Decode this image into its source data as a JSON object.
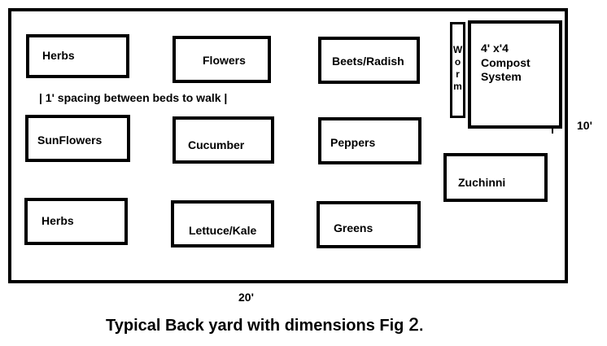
{
  "beds": [
    {
      "label": "Herbs"
    },
    {
      "label": "Flowers"
    },
    {
      "label": "Beets/Radish"
    },
    {
      "label": "SunFlowers"
    },
    {
      "label": "Cucumber"
    },
    {
      "label": "Peppers"
    },
    {
      "label": "Herbs"
    },
    {
      "label": "Lettuce/Kale"
    },
    {
      "label": "Greens"
    },
    {
      "label": "Zuchinni"
    }
  ],
  "worm": {
    "letters": [
      "W",
      "o",
      "r",
      "m"
    ]
  },
  "compost": {
    "line1": "4' x'4",
    "line2": "Compost",
    "line3": "System"
  },
  "spacing_note": "| 1' spacing between beds to walk |",
  "dimensions": {
    "width": "20'",
    "depth": "10'"
  },
  "caption": {
    "text": "Typical Back yard with dimensions Fig",
    "number": "2."
  }
}
